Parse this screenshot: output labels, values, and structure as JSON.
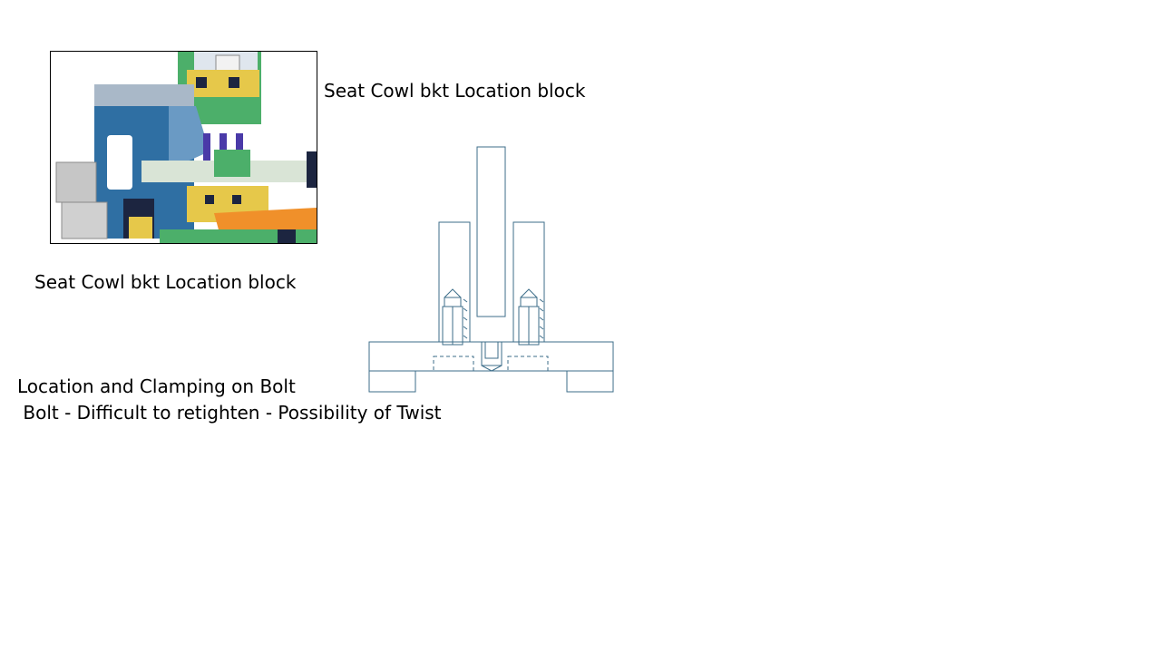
{
  "labels": {
    "top_caption": "Seat Cowl bkt Location block",
    "bottom_caption": "Seat Cowl bkt Location block",
    "note_line1": "Location and Clamping on Bolt",
    "note_line2": " Bolt - Difficult to retighten - Possibility of Twist"
  },
  "colors": {
    "drawing_line": "#3d6e8a",
    "fixture_blue": "#2f6fa3",
    "fixture_grey": "#a9b8c8",
    "fixture_green": "#4caf6a",
    "fixture_yellow": "#e6c84a",
    "fixture_orange": "#f0902a",
    "fixture_purple": "#4a3aa8",
    "fixture_dark": "#1c2540"
  }
}
